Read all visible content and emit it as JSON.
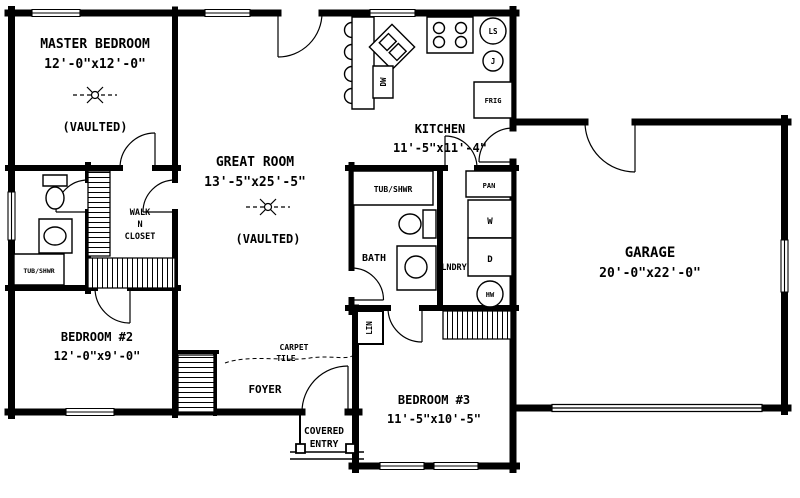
{
  "plan": {
    "master_bedroom": {
      "name": "MASTER BEDROOM",
      "dims": "12'-0\"x12'-0\"",
      "note": "(VAULTED)"
    },
    "great_room": {
      "name": "GREAT ROOM",
      "dims": "13'-5\"x25'-5\"",
      "note": "(VAULTED)"
    },
    "kitchen": {
      "name": "KITCHEN",
      "dims": "11'-5\"x11'-4\""
    },
    "garage": {
      "name": "GARAGE",
      "dims": "20'-0\"x22'-0\""
    },
    "bedroom2": {
      "name": "BEDROOM #2",
      "dims": "12'-0\"x9'-0\""
    },
    "bedroom3": {
      "name": "BEDROOM #3",
      "dims": "11'-5\"x10'-5\""
    },
    "bath": {
      "name": "BATH"
    },
    "laundry": {
      "name": "LNDRY"
    },
    "foyer": {
      "name": "FOYER"
    },
    "covered_entry": {
      "line1": "COVERED",
      "line2": "ENTRY"
    },
    "walk_in_closet": {
      "line1": "WALK",
      "line2": "N",
      "line3": "CLOSET"
    },
    "floor_labels": {
      "carpet": "CARPET",
      "tile": "TILE"
    },
    "fixtures": {
      "tub_shwr_master": "TUB/SHWR",
      "tub_shwr_bath": "TUB/SHWR",
      "pantry": "PAN",
      "washer": "W",
      "dryer": "D",
      "water_heater": "HW",
      "fridge": "FRIG",
      "lazy_susan": "LS",
      "junction": "J",
      "linen": "LIN",
      "dishwasher": "DW"
    },
    "colors": {
      "line": "#000000",
      "background": "#ffffff"
    }
  }
}
